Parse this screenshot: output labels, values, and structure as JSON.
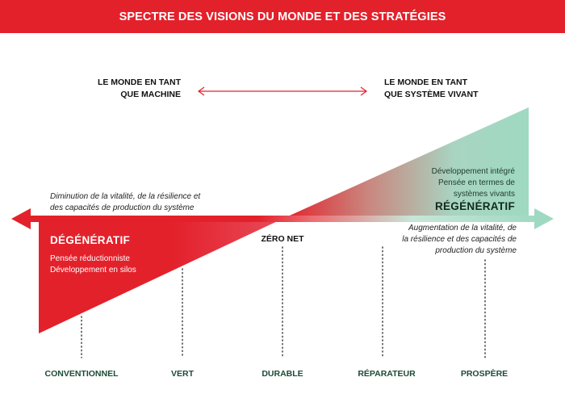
{
  "title": "SPECTRE DES VISIONS DU MONDE ET DES STRATÉGIES",
  "worldviews": {
    "left": [
      "LE MONDE EN TANT",
      "QUE MACHINE"
    ],
    "right": [
      "LE MONDE EN TANT",
      "QUE SYSTÈME VIVANT"
    ]
  },
  "degenerative": {
    "title": "DÉGÉNÉRATIF",
    "subtitle": [
      "Pensée réductionniste",
      "Développement en silos"
    ],
    "description": [
      "Diminution de la vitalité, de la résilience et",
      "des capacités de production du système"
    ]
  },
  "regenerative": {
    "title": "RÉGÉNÉRATIF",
    "subtitle": [
      "Développement intégré",
      "Pensée en termes de",
      "systèmes vivants"
    ],
    "description": [
      "Augmentation de la vitalité, de",
      "la résilience et des capacités de",
      "production du système"
    ]
  },
  "zero_net": "ZÉRO NET",
  "stages": [
    "CONVENTIONNEL",
    "VERT",
    "DURABLE",
    "RÉPARATEUR",
    "PROSPÈRE"
  ],
  "colors": {
    "red": "#e3212b",
    "green": "#9fd9c2",
    "dark_green": "#1d4a36"
  }
}
